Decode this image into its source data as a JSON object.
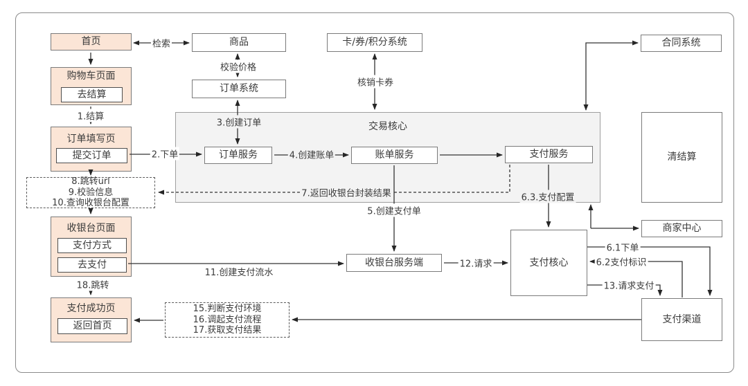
{
  "diagram": {
    "nodes": {
      "home": {
        "label": "首页"
      },
      "cart_page": {
        "label": "购物车页面",
        "button": "去结算"
      },
      "order_form_page": {
        "label": "订单填写页",
        "button": "提交订单"
      },
      "redirect_steps": {
        "lines": [
          "8.跳转url",
          "9.校验信息",
          "10.查询收银台配置"
        ]
      },
      "cashier_page": {
        "label": "收银台页面",
        "button_pay_method": "支付方式",
        "button_go_pay": "去支付"
      },
      "pay_success_page": {
        "label": "支付成功页",
        "button": "返回首页"
      },
      "product": {
        "label": "商品"
      },
      "order_system": {
        "label": "订单系统"
      },
      "card_coupon_points_system": {
        "label": "卡/券/积分系统"
      },
      "contract_system": {
        "label": "合同系统"
      },
      "transaction_core": {
        "label": "交易核心"
      },
      "order_service": {
        "label": "订单服务"
      },
      "bill_service": {
        "label": "账单服务"
      },
      "payment_service": {
        "label": "支付服务"
      },
      "clearing_settlement": {
        "label": "清结算"
      },
      "merchant_center": {
        "label": "商家中心"
      },
      "cashier_server": {
        "label": "收银台服务端"
      },
      "payment_core": {
        "label": "支付核心"
      },
      "payment_channel": {
        "label": "支付渠道"
      },
      "pay_env_steps": {
        "lines": [
          "15.判断支付环境",
          "16.调起支付流程",
          "17.获取支付结果"
        ]
      }
    },
    "edge_labels": {
      "search": "检索",
      "verify_price": "校验价格",
      "redeem_coupon": "核销卡券",
      "step1_settle": "1.结算",
      "step2_place_order": "2.下单",
      "step3_create_order": "3.创建订单",
      "step4_create_bill": "4.创建账单",
      "step5_create_payment": "5.创建支付单",
      "step6_1_order": "6.1下单",
      "step6_2_pay_id": "6.2支付标识",
      "step6_3_pay_config": "6.3.支付配置",
      "step7_return_result": "7.返回收银台封装结果",
      "step11_create_flow": "11.创建支付流水",
      "step12_request": "12.请求",
      "step13_request_pay": "13.请求支付",
      "step18_redirect": "18.跳转"
    },
    "colors": {
      "page_fill": "#fbe5d6",
      "core_fill": "#f3f3f3",
      "box_fill": "#ffffff",
      "line": "#333333"
    }
  }
}
